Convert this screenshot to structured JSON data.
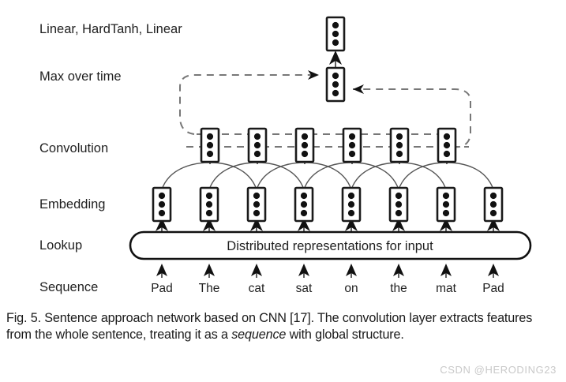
{
  "figure": {
    "caption_prefix": "Fig. 5.",
    "caption_part1": " Sentence approach network based on CNN [17]. The convolution layer extracts features from the whole sentence, treating it as a ",
    "caption_italic": "sequence",
    "caption_part2": " with global structure.",
    "watermark": "CSDN @HERODING23"
  },
  "labels": {
    "output_layer": "Linear, HardTanh, Linear",
    "max_layer": "Max over time",
    "convolution_layer": "Convolution",
    "embedding_layer": "Embedding",
    "lookup_layer": "Lookup",
    "sequence_layer": "Sequence"
  },
  "lookup_box": {
    "text": "Distributed representations for input"
  },
  "sequence": {
    "tokens": [
      "Pad",
      "The",
      "cat",
      "sat",
      "on",
      "the",
      "mat",
      "Pad"
    ]
  },
  "structure": {
    "embedding_units": 8,
    "convolution_units": 6,
    "max_units": 1,
    "output_units": 1,
    "dots_per_unit": 3
  },
  "colors": {
    "ink": "#1a1a1a",
    "box_stroke": "#111111",
    "dot": "#111111",
    "dashed": "#777777",
    "arc": "#555555",
    "watermark": "#c9c9c9",
    "background": "#ffffff"
  }
}
